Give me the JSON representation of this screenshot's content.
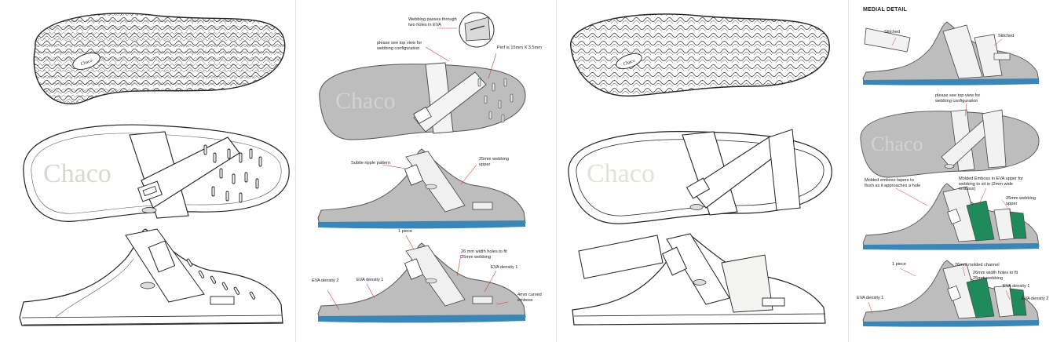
{
  "brand": {
    "wordmark": "Chaco"
  },
  "panel2": {
    "callouts": {
      "webbing_holes": "Webbing passes through two holes in EVA",
      "see_top_view": "please see top view for webbing configuration",
      "perf": "Perf is 15mm X 3.5mm",
      "ripple": "Subtle ripple pattern",
      "webbing_upper": "25mm webbing upper",
      "one_piece": "1 piece",
      "width_holes": "26 mm width holes to fit 25mm webbing",
      "eva_density_2": "EVA density 2",
      "eva_density_1a": "EVA density 1",
      "eva_density_1b": "EVA density 1",
      "curved_emboss": "4mm curved emboss"
    }
  },
  "panel4": {
    "heading": "MEDIAL DETAIL",
    "callouts": {
      "stitched_left": "Stitched",
      "stitched_right": "Stitched",
      "see_top_view": "please see top view for webbing configuration",
      "emboss_tapers": "Molded emboss tapers to flush as it approaches a hole",
      "emboss_upper": "Molded Emboss in EVA upper for webbing to sit in (2mm wide emboss)",
      "webbing_upper": "25mm webbing upper",
      "one_piece": "1 piece",
      "molded_channel": "26mm molded channel",
      "width_holes": "26mm width holes to fit 25mm webbing",
      "eva_density_1a": "EVA density 1",
      "eva_density_1b": "EVA density 1",
      "eva_density_2": "EVA density 2"
    }
  },
  "colors": {
    "sole_grey": "#bdbdbd",
    "midsole_blue": "#3a86b6",
    "accent_green": "#1f8a5c",
    "leader_red": "#d23b3b"
  }
}
